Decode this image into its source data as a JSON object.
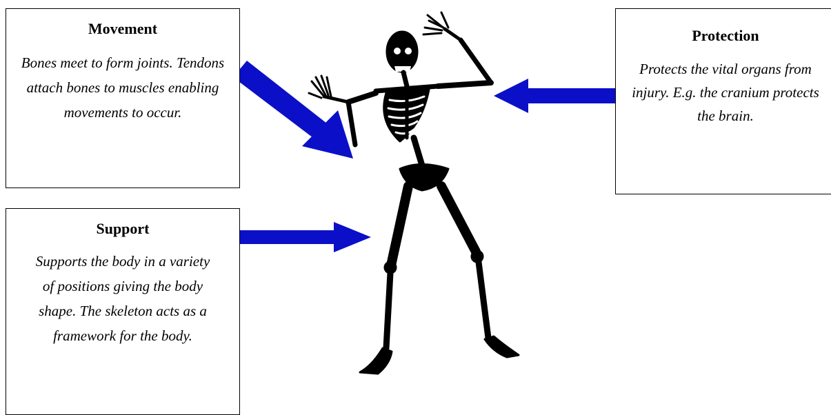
{
  "boxes": {
    "movement": {
      "title": "Movement",
      "text": "Bones meet to form joints. Tendons attach bones to muscles enabling movements to occur."
    },
    "support": {
      "title": "Support",
      "text": "Supports the body in a variety of positions giving the body shape. The skeleton acts as a framework for the body."
    },
    "protection": {
      "title": "Protection",
      "text": "Protects the vital organs from injury. E.g. the cranium protects the brain."
    }
  },
  "colors": {
    "arrow": "#0b10c8",
    "skeleton": "#000000",
    "bone_highlight": "#ffffff"
  },
  "icons": {
    "center_image": "skeleton-figure"
  }
}
